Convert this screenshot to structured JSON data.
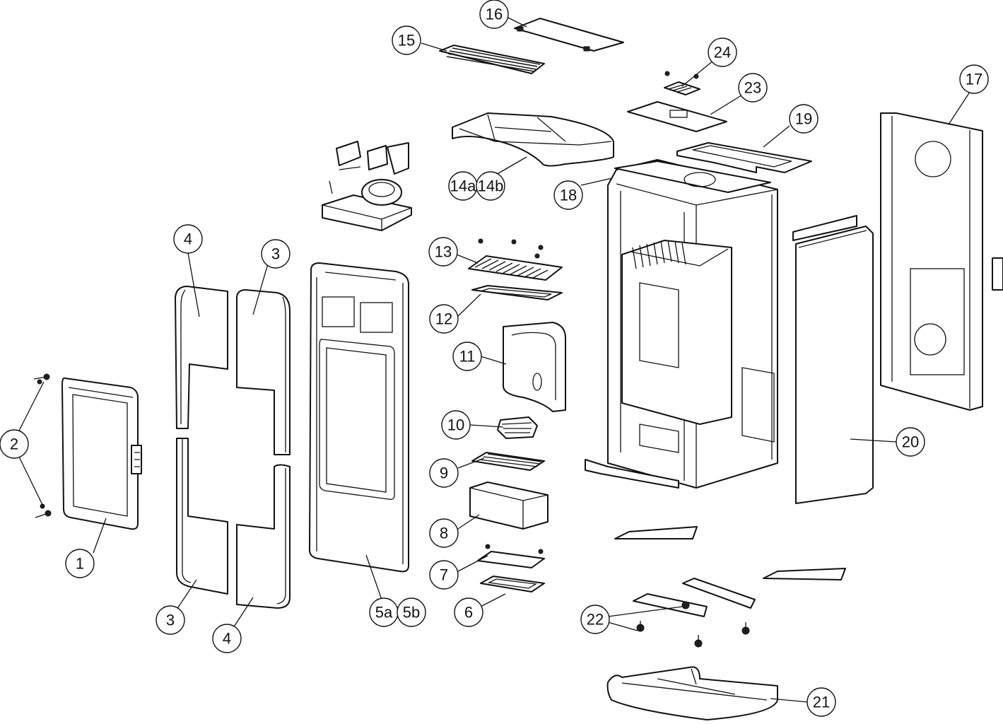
{
  "callouts": [
    {
      "id": "1",
      "text": "1"
    },
    {
      "id": "2",
      "text": "2"
    },
    {
      "id": "3a",
      "text": "3"
    },
    {
      "id": "3b",
      "text": "3"
    },
    {
      "id": "4a",
      "text": "4"
    },
    {
      "id": "4b",
      "text": "4"
    },
    {
      "id": "5a",
      "text": "5a"
    },
    {
      "id": "5b",
      "text": "5b"
    },
    {
      "id": "6",
      "text": "6"
    },
    {
      "id": "7",
      "text": "7"
    },
    {
      "id": "8",
      "text": "8"
    },
    {
      "id": "9",
      "text": "9"
    },
    {
      "id": "10",
      "text": "10"
    },
    {
      "id": "11",
      "text": "11"
    },
    {
      "id": "12",
      "text": "12"
    },
    {
      "id": "13",
      "text": "13"
    },
    {
      "id": "14a",
      "text": "14a"
    },
    {
      "id": "14b",
      "text": "14b"
    },
    {
      "id": "15",
      "text": "15"
    },
    {
      "id": "16",
      "text": "16"
    },
    {
      "id": "17",
      "text": "17"
    },
    {
      "id": "18",
      "text": "18"
    },
    {
      "id": "19",
      "text": "19"
    },
    {
      "id": "20",
      "text": "20"
    },
    {
      "id": "21",
      "text": "21"
    },
    {
      "id": "22",
      "text": "22"
    },
    {
      "id": "23",
      "text": "23"
    },
    {
      "id": "24",
      "text": "24"
    }
  ]
}
